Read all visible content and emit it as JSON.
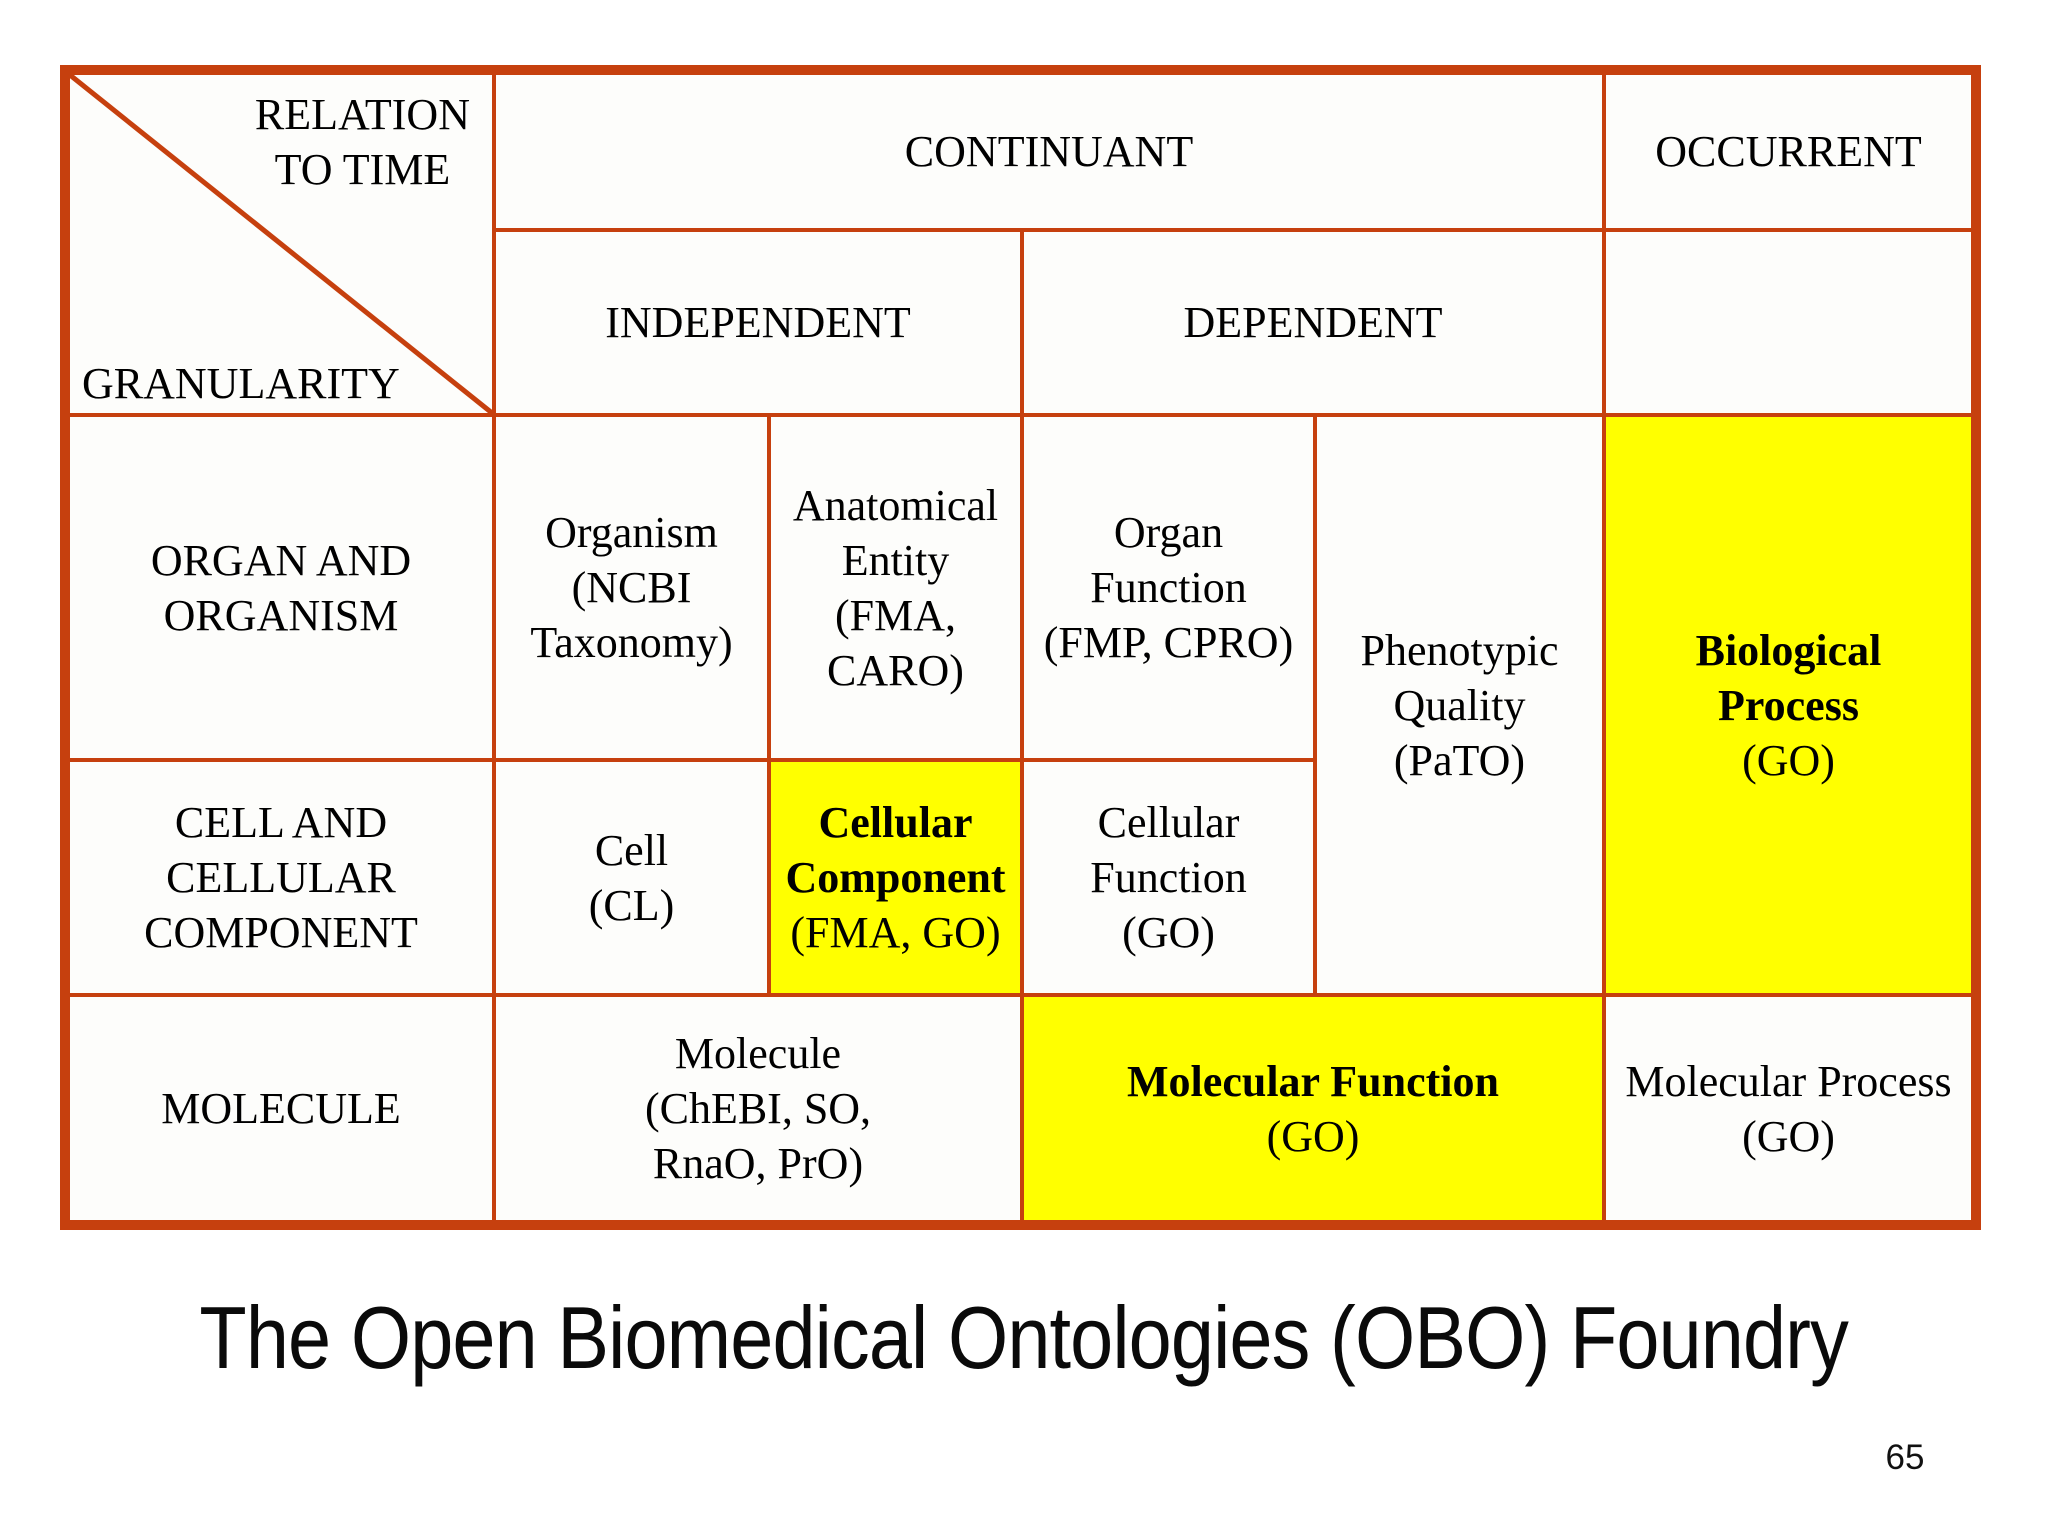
{
  "slide": {
    "title": "The Open Biomedical Ontologies (OBO) Foundry",
    "page_number": "65"
  },
  "colors": {
    "grid_border": "#C6400E",
    "highlight_yellow": "#FFFF00",
    "cell_background": "#FDFDFB",
    "text": "#000000"
  },
  "matrix": {
    "corner": {
      "relation_to_time": "RELATION\nTO TIME",
      "granularity": "GRANULARITY"
    },
    "time_headers": {
      "continuant": "CONTINUANT",
      "occurrent": "OCCURRENT"
    },
    "dependence_headers": {
      "independent": "INDEPENDENT",
      "dependent": "DEPENDENT"
    },
    "granularity_rows": [
      "ORGAN AND\nORGANISM",
      "CELL AND\nCELLULAR\nCOMPONENT",
      "MOLECULE"
    ],
    "cells": {
      "organism": "Organism\n(NCBI\nTaxonomy)",
      "anatomical_entity": "Anatomical\nEntity\n(FMA,\nCARO)",
      "organ_function": "Organ\nFunction\n(FMP, CPRO)",
      "phenotypic_quality": "Phenotypic\nQuality\n(PaTO)",
      "biological_process": {
        "name": "Biological\nProcess",
        "sub": "(GO)"
      },
      "cell": "Cell\n(CL)",
      "cellular_component": {
        "name": "Cellular\nComponent",
        "sub": "(FMA, GO)"
      },
      "cellular_function": "Cellular\nFunction\n(GO)",
      "molecule": "Molecule\n(ChEBI, SO,\nRnaO, PrO)",
      "molecular_function": {
        "name": "Molecular Function",
        "sub": "(GO)"
      },
      "molecular_process": "Molecular Process\n(GO)"
    }
  }
}
